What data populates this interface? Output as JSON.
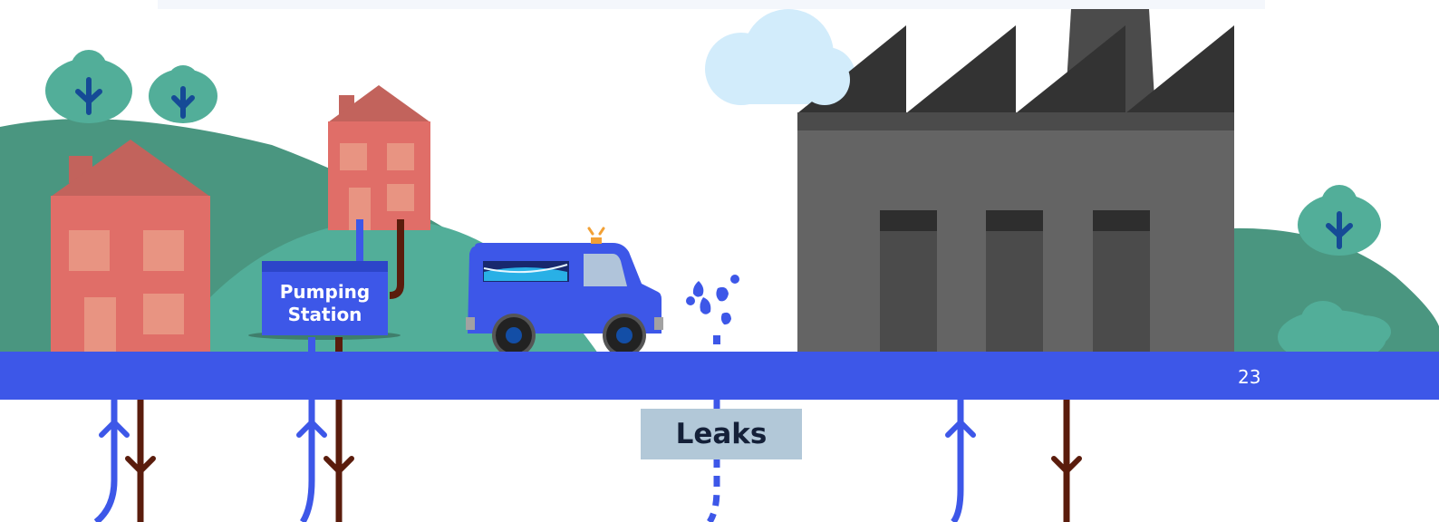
{
  "pumping_station": {
    "line1": "Pumping",
    "line2": "Station"
  },
  "leaks_label": "Leaks",
  "page_number": "23",
  "colors": {
    "band_blue": "#3d57e8",
    "pipe_blue": "#3d57e8",
    "pipe_brown": "#5a1c0c",
    "hill_dark": "#4a9680",
    "hill_light": "#52ae99",
    "house_red": "#e06e68",
    "factory_grey": "#646464",
    "factory_dark": "#333333",
    "leak_label_bg": "#b2c8d8",
    "cloud": "#d2ecfb"
  }
}
